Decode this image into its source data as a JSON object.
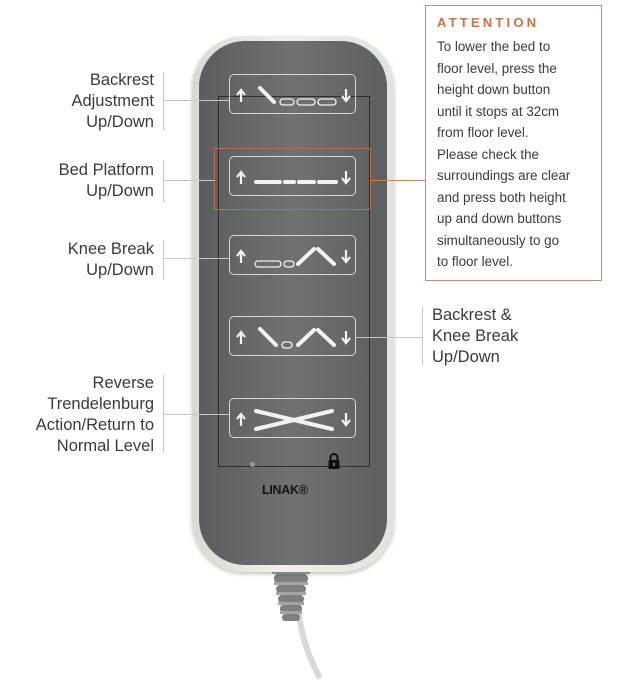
{
  "labels": {
    "backrest": [
      "Backrest",
      "Adjustment",
      "Up/Down"
    ],
    "bed_platform": [
      "Bed Platform",
      "Up/Down"
    ],
    "knee_break": [
      "Knee Break",
      "Up/Down"
    ],
    "backrest_knee": [
      "Backrest &",
      "Knee Break",
      "Up/Down"
    ],
    "reverse": [
      "Reverse",
      "Trendelenburg",
      "Action/Return to",
      "Normal Level"
    ]
  },
  "attention": {
    "title": "ATTENTION",
    "lines": [
      "To lower the bed to",
      "floor level, press the",
      "height down button",
      "until it stops at 32cm",
      "from floor level.",
      "Please check the",
      "surroundings are clear",
      "and press both height",
      "up and down buttons",
      "simultaneously to go",
      "to floor level."
    ]
  },
  "device": {
    "brand": "LINAK®",
    "lock_icon": "padlock-icon",
    "key_icons": [
      "backrest-icon",
      "bed-platform-icon",
      "knee-break-icon",
      "backrest-knee-break-icon",
      "trendelenburg-icon"
    ]
  },
  "colors": {
    "accent": "#cf6f44",
    "remote_body": "#65686a",
    "remote_rim": "#e6e6de",
    "key_outline": "#d7d7d7"
  }
}
